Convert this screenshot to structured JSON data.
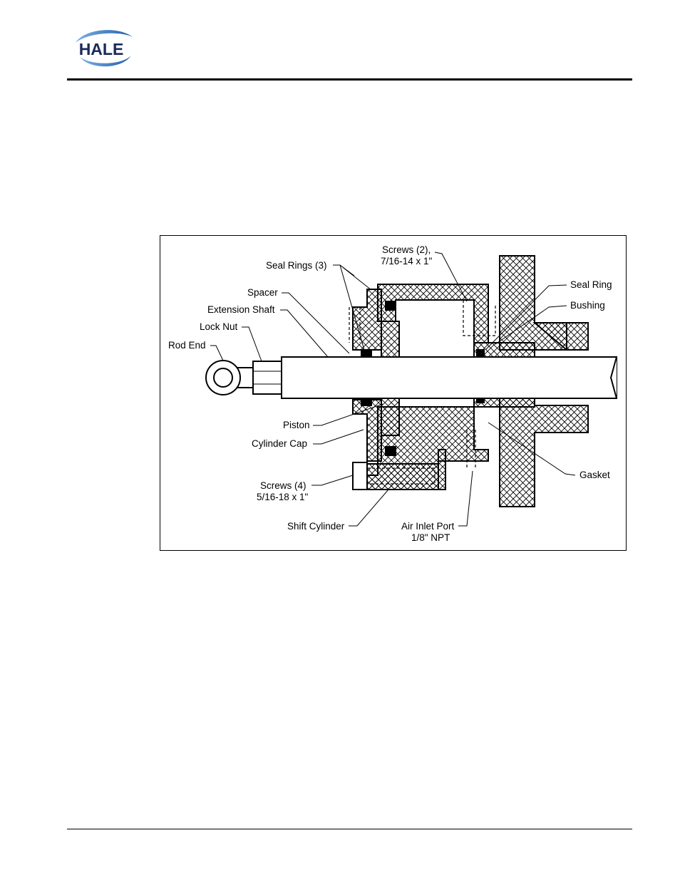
{
  "brand": {
    "logo_text": "HALE",
    "colors": {
      "logo_blue": "#2a6db5",
      "logo_text": "#1a2a5a"
    }
  },
  "figure": {
    "labels": {
      "screws_2_line1": "Screws (2),",
      "screws_2_line2": "7/16-14 x 1\"",
      "seal_rings": "Seal Rings (3)",
      "seal_ring": "Seal Ring",
      "spacer": "Spacer",
      "bushing": "Bushing",
      "extension_shaft": "Extension Shaft",
      "lock_nut": "Lock Nut",
      "rod_end": "Rod End",
      "piston": "Piston",
      "cylinder_cap": "Cylinder Cap",
      "gasket": "Gasket",
      "screws_4_line1": "Screws (4)",
      "screws_4_line2": "5/16-18 x 1\"",
      "shift_cylinder": "Shift Cylinder",
      "air_inlet_line1": "Air Inlet Port",
      "air_inlet_line2": "1/8\" NPT"
    }
  }
}
